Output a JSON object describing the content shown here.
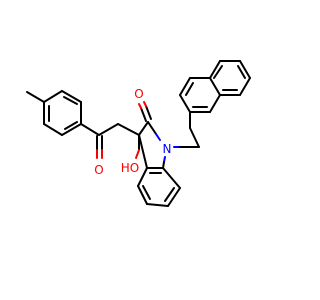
{
  "molecule": {
    "colors": {
      "carbon": "#000000",
      "oxygen": "#ff0000",
      "nitrogen": "#0000ff",
      "background": "#ffffff"
    },
    "atom_labels": {
      "ketone_oxygen": "O",
      "lactam_oxygen": "O",
      "hydroxyl": "HO",
      "nitrogen": "N"
    }
  }
}
